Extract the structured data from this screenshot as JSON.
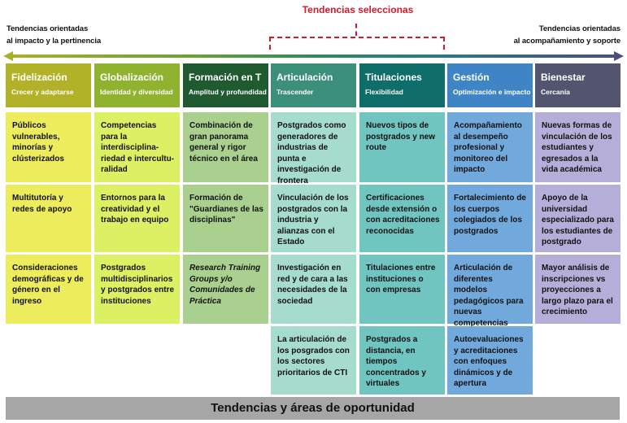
{
  "header": {
    "left_label_line1": "Tendencias orientadas",
    "left_label_line2": "al impacto y la pertinencia",
    "right_label_line1": "Tendencias orientadas",
    "right_label_line2": "al acompañamiento y soporte",
    "center_title": "Tendencias seleccionas"
  },
  "colors": {
    "fidelizacion": "#b2b228",
    "globalizacion": "#8fb32e",
    "formacion": "#1f5a30",
    "articulacion": "#3b8f7b",
    "titulaciones": "#0f6e6a",
    "gestion": "#3f85c5",
    "bienestar": "#535470",
    "accent_red": "#d01c2a"
  },
  "columns": [
    {
      "title": "Fidelización",
      "subtitle": "Crecer y adaptarse",
      "cells": [
        "Públicos vulnerables, minorías y clústerizados",
        "Multitutoría y redes de apoyo",
        "Consideraciones demográficas y de género en el ingreso"
      ]
    },
    {
      "title": "Globalización",
      "subtitle": "Identidad y diversidad",
      "cells": [
        "Competencias para la interdisciplina-riedad e intercultu-ralidad",
        "Entornos para la creatividad y el trabajo en equipo",
        "Postgrados multidisciplinarios y postgrados entre instituciones"
      ]
    },
    {
      "title": "Formación en T",
      "subtitle": "Amplitud y profundidad",
      "cells": [
        "Combinación de gran panorama general y rigor técnico en el área",
        "Formación de \"Guardianes de las disciplinas\"",
        "Research Training Groups y/o Comunidades de Práctica"
      ]
    },
    {
      "title": "Articulación",
      "subtitle": "Trascender",
      "cells": [
        "Postgrados como generadores de industrias de punta e investigación de frontera",
        "Vinculación de los postgrados con la industria y alianzas con el Estado",
        "Investigación en red y de cara a las necesidades de la sociedad",
        "La articulación de los posgrados con los sectores prioritarios de CTI"
      ]
    },
    {
      "title": "Titulaciones",
      "subtitle": "Flexibilidad",
      "cells": [
        "Nuevos tipos de postgrados y new route",
        "Certificaciones desde extensión o con acreditaciones reconocidas",
        "Titulaciones entre instituciones o con empresas",
        "Postgrados a distancia, en tiempos concentrados y virtuales"
      ]
    },
    {
      "title": "Gestión",
      "subtitle": "Optimización e impacto",
      "cells": [
        "Acompañamiento al desempeño profesional y monitoreo del impacto",
        "Fortalecimiento de los cuerpos colegiados de los postgrados",
        "Articulación de diferentes modelos pedagógicos para nuevas competencias",
        "Autoevaluaciones y acreditaciones con enfoques dinámicos y de apertura"
      ]
    },
    {
      "title": "Bienestar",
      "subtitle": "Cercanía",
      "cells": [
        "Nuevas formas de vinculación de los estudiantes y egresados a la vida académica",
        "Apoyo de la universidad especializado para los estudiantes de postgrado",
        "Mayor análisis de inscripciones vs proyecciones a largo plazo para el crecimiento"
      ]
    }
  ],
  "footer": {
    "label": "Tendencias y áreas de oportunidad"
  }
}
